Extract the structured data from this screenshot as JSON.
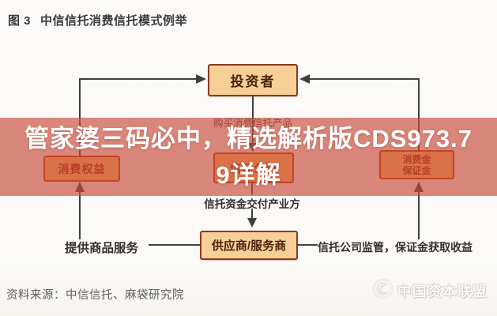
{
  "figure": {
    "title_prefix": "图 3",
    "title": "中信信托消费信托模式例举",
    "source": "资料来源：中信信托、麻袋研究院"
  },
  "diagram": {
    "type": "flowchart",
    "nodes": {
      "investor": "投资者",
      "supplier": "供应商/服务商",
      "consumer_rights": "消费权益",
      "trust_company": "信托公司",
      "deposit_line1": "消费金",
      "deposit_line2": "保证金"
    },
    "flow_labels": {
      "purchase": "购买消费信托产品",
      "deliver": "信托资金交付产业方",
      "provide": "提供商品服务",
      "supervise": "信托公司监管，保证金获取收益"
    },
    "flows": [
      "投资者 →(购买消费信托产品)→ 信托公司",
      "信托公司 →(信托资金交付产业方)→ 供应商/服务商",
      "供应商/服务商 →(提供商品服务)→ 消费权益 → 投资者",
      "供应商/服务商 →(信托公司监管，保证金获取收益)→ 消费金保证金 → 投资者"
    ]
  },
  "overlay": {
    "full_text": "管家婆三码必中，精选解析版CDS973.79详解",
    "line1": "管家婆三码必中，精选解析版CDS973.7",
    "line2": "9详解",
    "band_color": "#c64838"
  },
  "watermark": {
    "icon": "swirl-circle-icon",
    "text": "中国资本联盟"
  },
  "colors": {
    "background": "#fbfaf8",
    "band": "rgba(198,72,56,0.65)",
    "node_peach_fill": "#f9cf98",
    "node_peach_border": "#8a3b20",
    "node_orange_fill": "#ffbe66",
    "node_orange_border": "#c03a10",
    "connector": "#3f3f3f",
    "overlay_text": "#ffffff"
  }
}
